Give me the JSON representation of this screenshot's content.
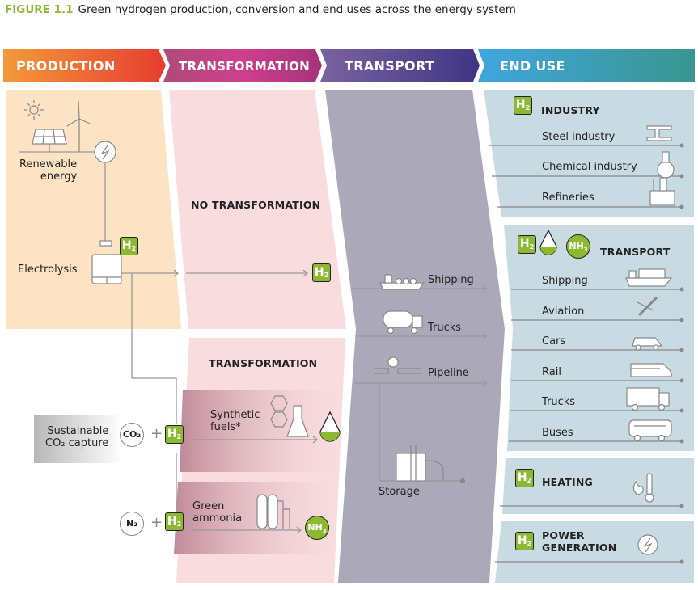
{
  "figure": {
    "number": "FIGURE 1.1",
    "title": "Green hydrogen production, conversion and end uses across the energy system"
  },
  "colors": {
    "production": "#f7c8a0",
    "transformation": "#f8dcde",
    "transport": "#a9a6b8",
    "end_use": "#c8dbe3",
    "hydrogen_green": "#8cb832"
  },
  "stages": [
    {
      "label": "PRODUCTION"
    },
    {
      "label": "TRANSFORMATION"
    },
    {
      "label": "TRANSPORT"
    },
    {
      "label": "END USE"
    }
  ],
  "production": {
    "renewable_line1": "Renewable",
    "renewable_line2": "energy",
    "electrolysis": "Electrolysis",
    "co2_capture_line1": "Sustainable",
    "co2_capture_line2": "CO₂ capture",
    "co2": "CO₂",
    "n2": "N₂"
  },
  "transformation": {
    "no_transformation": "NO TRANSFORMATION",
    "transformation": "TRANSFORMATION",
    "synthetic_fuels_line1": "Synthetic",
    "synthetic_fuels_line2": "fuels*",
    "green_ammonia_line1": "Green",
    "green_ammonia_line2": "ammonia"
  },
  "transport": {
    "items": [
      "Shipping",
      "Trucks",
      "Pipeline",
      "Storage"
    ]
  },
  "end_use": {
    "industry": {
      "title": "INDUSTRY",
      "items": [
        "Steel industry",
        "Chemical industry",
        "Refineries"
      ]
    },
    "transport": {
      "title": "TRANSPORT",
      "items": [
        "Shipping",
        "Aviation",
        "Cars",
        "Rail",
        "Trucks",
        "Buses"
      ]
    },
    "heating": {
      "title": "HEATING"
    },
    "power": {
      "title_line1": "POWER",
      "title_line2": "GENERATION"
    }
  },
  "icons": {
    "h2": "H",
    "h2_sub": "2",
    "nh3": "NH",
    "nh3_sub": "3"
  }
}
